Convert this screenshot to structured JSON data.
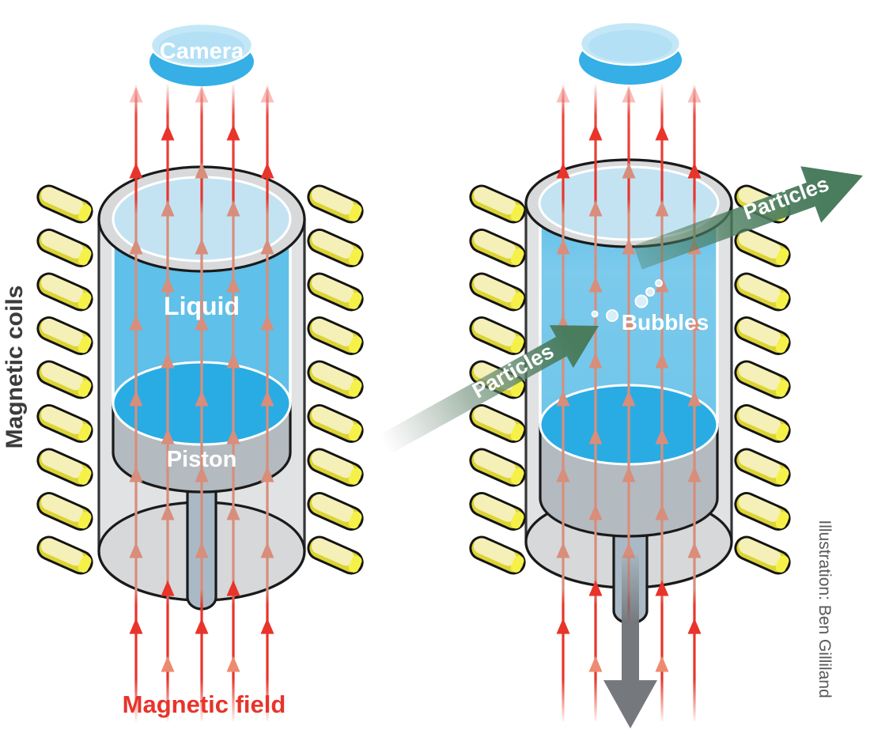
{
  "labels": {
    "camera": "Camera",
    "liquid": "Liquid",
    "piston": "Piston",
    "bubbles": "Bubbles",
    "particles_in": "Particles",
    "particles_out": "Particles",
    "magnetic_coils": "Magnetic coils",
    "magnetic_field": "Magnetic field",
    "credit": "Illustration: Ben Gilliland"
  },
  "colors": {
    "field_red": "#e8342a",
    "field_red_soft": "#d98d7b",
    "field_red_mid": "#ee8a70",
    "liquid_blue": "#5fc0e9",
    "liquid_blue_light": "#7ccaec",
    "liquid_surface": "#c4e3f2",
    "piston_top_blue": "#29ace3",
    "camera_blue": "#35afe6",
    "camera_top": "#c3e7f7",
    "coil_yellow": "#dcd434",
    "coil_yellow_pale": "#f4f0b8",
    "coil_highlight": "#f6f148",
    "particle_green": "#4a7c5e",
    "glass_gray": "#dedfe0",
    "piston_gray": "#b3bac0",
    "rod_gray": "#a9bac6",
    "pull_arrow_gray": "#75787d",
    "credit_gray": "#58595b"
  },
  "structure": {
    "chambers": 2,
    "coil_columns": 4,
    "coils_per_column": 9,
    "field_lines_per_chamber": 5,
    "bubbles_count": 5
  }
}
